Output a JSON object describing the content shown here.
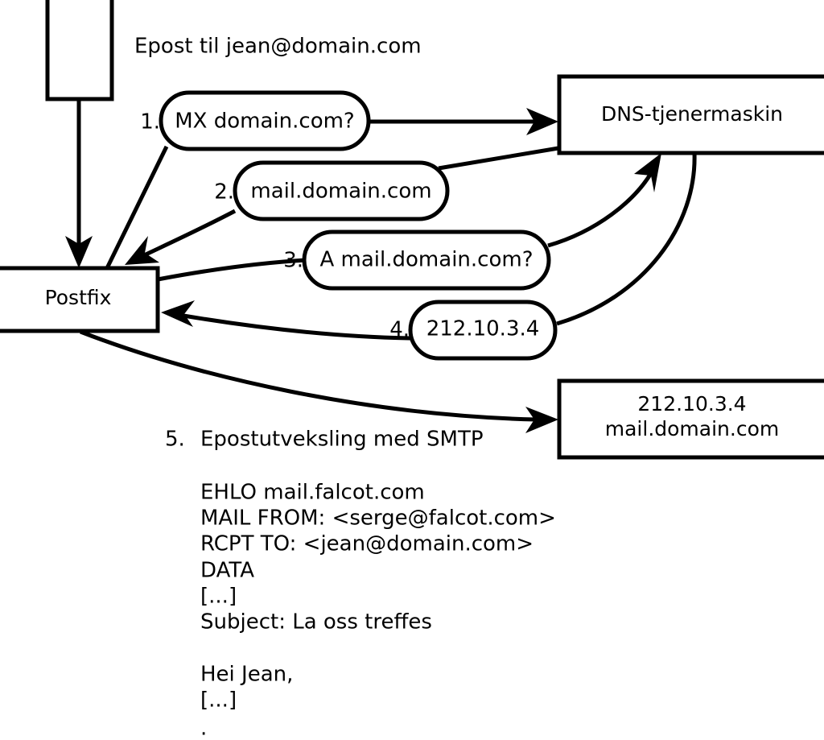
{
  "diagram": {
    "title_caption": "Epost til jean@domain.com",
    "nodes": [
      {
        "id": "client",
        "label": ""
      },
      {
        "id": "postfix",
        "label": "Postfix"
      },
      {
        "id": "dns",
        "label": "DNS-tjenermaskin"
      },
      {
        "id": "mailserver",
        "label_line1": "212.10.3.4",
        "label_line2": "mail.domain.com"
      }
    ],
    "steps": [
      {
        "number": "1.",
        "label": "MX domain.com?"
      },
      {
        "number": "2.",
        "label": "mail.domain.com"
      },
      {
        "number": "3.",
        "label": "A mail.domain.com?"
      },
      {
        "number": "4.",
        "label": "212.10.3.4"
      }
    ],
    "step5": {
      "number": "5.",
      "label": "Epostutveksling med SMTP"
    },
    "smtp_transcript": [
      "EHLO mail.falcot.com",
      "MAIL FROM: <serge@falcot.com>",
      "RCPT TO: <jean@domain.com>",
      "DATA",
      "[...]",
      "Subject: La oss treffes",
      "",
      "Hei Jean,",
      "[...]",
      "."
    ]
  },
  "colors": {
    "stroke": "#000000",
    "fill": "#ffffff",
    "text": "#000000"
  }
}
